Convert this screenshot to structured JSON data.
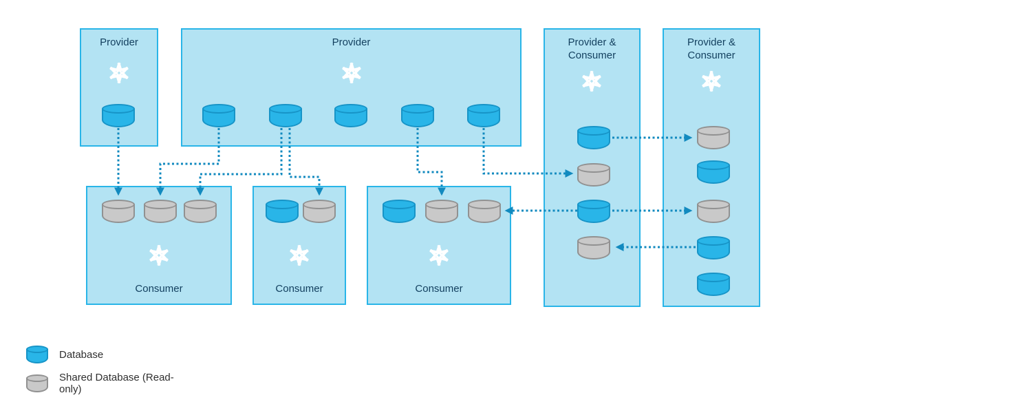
{
  "diagram": {
    "boxes": [
      {
        "id": "provider-small",
        "label": "Provider",
        "icon": "snowflake-icon",
        "databases": [
          {
            "type": "database"
          }
        ]
      },
      {
        "id": "provider-large",
        "label": "Provider",
        "icon": "snowflake-icon",
        "databases": [
          {
            "type": "database"
          },
          {
            "type": "database"
          },
          {
            "type": "database"
          },
          {
            "type": "database"
          },
          {
            "type": "database"
          }
        ]
      },
      {
        "id": "consumer-1",
        "label": "Consumer",
        "icon": "snowflake-icon",
        "databases": [
          {
            "type": "shared-database"
          },
          {
            "type": "shared-database"
          },
          {
            "type": "shared-database"
          }
        ]
      },
      {
        "id": "consumer-2",
        "label": "Consumer",
        "icon": "snowflake-icon",
        "databases": [
          {
            "type": "database"
          },
          {
            "type": "shared-database"
          }
        ]
      },
      {
        "id": "consumer-3",
        "label": "Consumer",
        "icon": "snowflake-icon",
        "databases": [
          {
            "type": "database"
          },
          {
            "type": "shared-database"
          },
          {
            "type": "shared-database"
          }
        ]
      },
      {
        "id": "provider-consumer-1",
        "label": "Provider & Consumer",
        "icon": "snowflake-icon",
        "databases": [
          {
            "type": "database"
          },
          {
            "type": "shared-database"
          },
          {
            "type": "database"
          },
          {
            "type": "shared-database"
          }
        ]
      },
      {
        "id": "provider-consumer-2",
        "label": "Provider & Consumer",
        "icon": "snowflake-icon",
        "databases": [
          {
            "type": "shared-database"
          },
          {
            "type": "database"
          },
          {
            "type": "shared-database"
          },
          {
            "type": "database"
          },
          {
            "type": "database"
          }
        ]
      }
    ],
    "connections": [
      {
        "from": "provider-small.db1",
        "to": "consumer-1.db1"
      },
      {
        "from": "provider-large.db1",
        "to": "consumer-1.db2"
      },
      {
        "from": "provider-large.db2",
        "to": "consumer-1.db3"
      },
      {
        "from": "provider-large.db2",
        "to": "consumer-2.db2"
      },
      {
        "from": "provider-large.db4",
        "to": "consumer-3.db2"
      },
      {
        "from": "provider-large.db5",
        "to": "provider-consumer-1.db2"
      },
      {
        "from": "provider-consumer-1.db1",
        "to": "provider-consumer-2.db1"
      },
      {
        "from": "provider-consumer-1.db3",
        "to": "consumer-3.db3"
      },
      {
        "from": "provider-consumer-1.db3",
        "to": "provider-consumer-2.db3"
      },
      {
        "from": "provider-consumer-2.db4",
        "to": "provider-consumer-1.db4"
      }
    ]
  },
  "legend": {
    "items": [
      {
        "swatch": "database",
        "label": "Database"
      },
      {
        "swatch": "shared-database",
        "label": "Shared Database (Read-only)"
      }
    ]
  },
  "colors": {
    "box_fill": "#b3e3f3",
    "box_border": "#29b5e8",
    "database_fill": "#29b5e8",
    "database_border": "#1794c7",
    "shared_database_fill": "#c9c9c9",
    "shared_database_border": "#919191",
    "arrow": "#128abf",
    "title_text": "#123f5e",
    "legend_text": "#2f2f2f",
    "snowflake_icon": "#ffffff"
  }
}
